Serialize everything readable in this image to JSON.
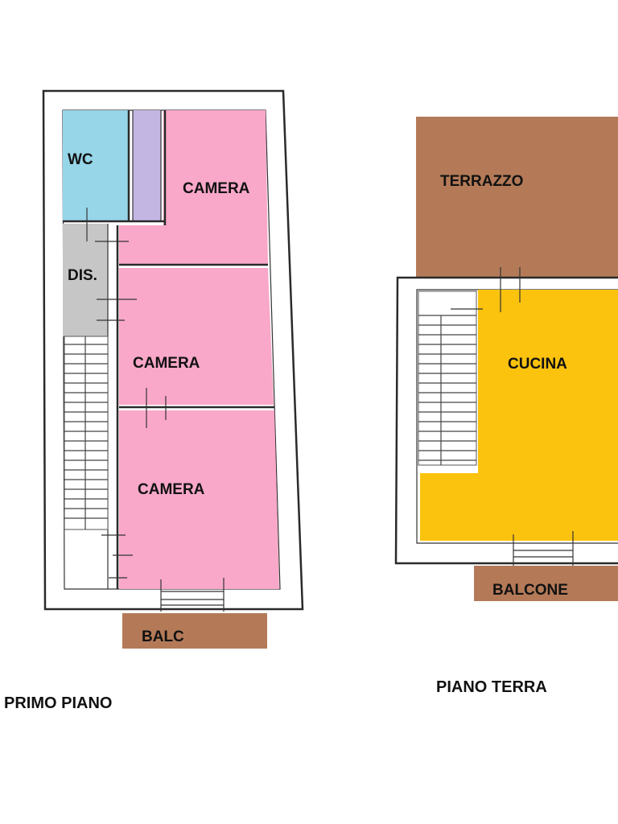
{
  "floors": {
    "primo_piano": {
      "title": "PRIMO PIANO",
      "rooms": [
        {
          "label": "WC",
          "color": "#97d5e8"
        },
        {
          "label": "",
          "color": "#c4b6e2"
        },
        {
          "label": "CAMERA",
          "color": "#f9a8c9"
        },
        {
          "label": "DIS.",
          "color": "#c6c6c6"
        },
        {
          "label": "CAMERA",
          "color": "#f9a8c9"
        },
        {
          "label": "CAMERA",
          "color": "#f9a8c9"
        },
        {
          "label": "BALC",
          "color": "#b47a58"
        }
      ]
    },
    "piano_terra": {
      "title": "PIANO TERRA",
      "rooms": [
        {
          "label": "TERRAZZO",
          "color": "#b47a58"
        },
        {
          "label": "CUCINA",
          "color": "#fbc30e"
        },
        {
          "label": "BALCONE",
          "color": "#b47a58"
        }
      ]
    }
  }
}
